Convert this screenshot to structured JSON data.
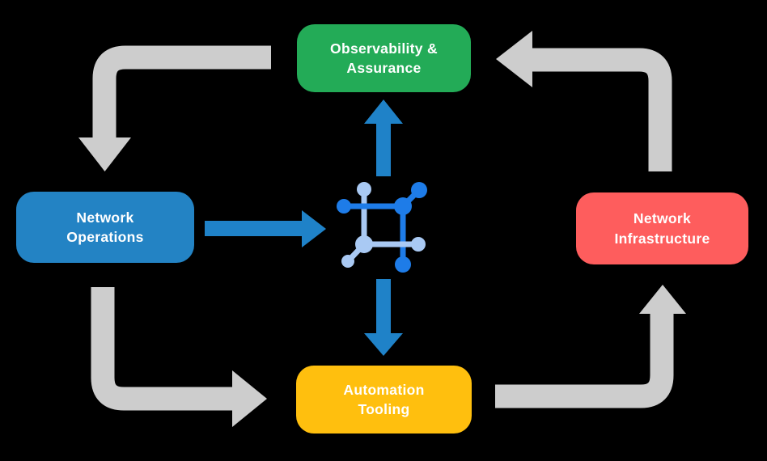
{
  "diagram": {
    "nodes": {
      "observability": {
        "lines": [
          "Observability &",
          "Assurance"
        ],
        "color": "#23ab57"
      },
      "operations": {
        "lines": [
          "Network",
          "Operations"
        ],
        "color": "#2383c4"
      },
      "infrastructure": {
        "lines": [
          "Network",
          "Infrastructure"
        ],
        "color": "#fe5d5d"
      },
      "automation": {
        "lines": [
          "Automation",
          "Tooling"
        ],
        "color": "#ffbf0e"
      }
    },
    "colors": {
      "background": "#000000",
      "cycle_arrow": "#cdcdcd",
      "flow_arrow": "#1f82c8",
      "icon_dark": "#1e7ce8",
      "icon_light": "#a9c9f3",
      "text": "#ffffff"
    }
  }
}
